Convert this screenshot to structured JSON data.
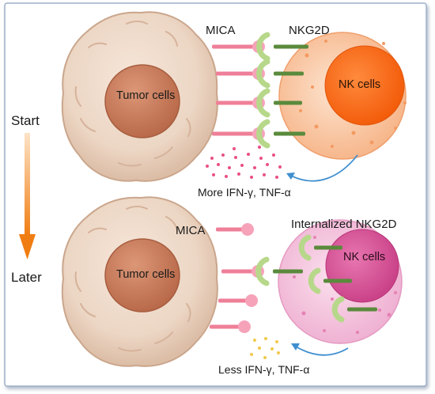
{
  "phases": {
    "start": "Start",
    "later": "Later"
  },
  "top_panel": {
    "ligand_label": "MICA",
    "receptor_label": "NKG2D",
    "tumor_label": "Tumor cells",
    "nk_label": "NK cells",
    "cytokine_label": "More IFN-γ, TNF-α"
  },
  "bottom_panel": {
    "ligand_label": "MICA",
    "receptor_label": "Internalized NKG2D",
    "tumor_label": "Tumor cells",
    "nk_label": "NK cells",
    "cytokine_label": "Less IFN-γ, TNF-α"
  },
  "colors": {
    "tumor_cell": "#ecd8c8",
    "tumor_nucleus": "#c97d5c",
    "nk_cell_top": "#f8c7a4",
    "nk_nucleus_top": "#ff6616",
    "nk_cell_bottom": "#f3c3dc",
    "nk_nucleus_bottom": "#d8559a",
    "mica": "#ef7f98",
    "nkg2d_stalk": "#5a8a3c",
    "nkg2d_cup": "#b7d88a",
    "arrow_time": "#f28a22",
    "arrow_cytokine": "#3f8fd0",
    "cytokine_more": "#ea4f86",
    "cytokine_less": "#f2c94c"
  }
}
